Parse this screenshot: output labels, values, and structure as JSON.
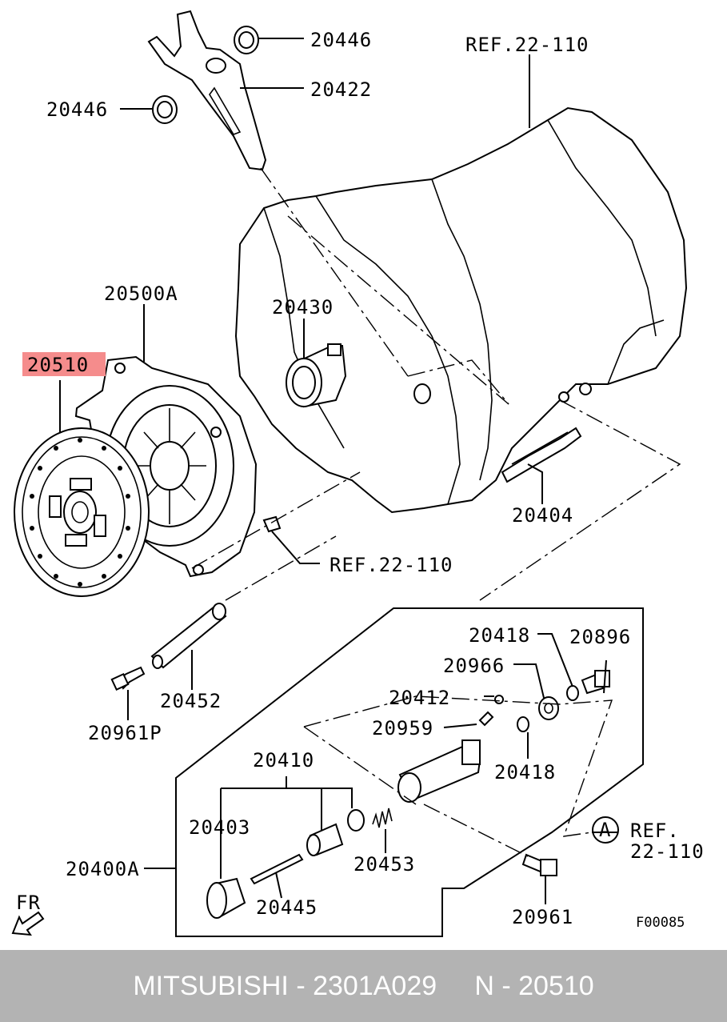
{
  "labels": {
    "p20446a": "20446",
    "p20446b": "20446",
    "p20422": "20422",
    "ref1": "REF.22-110",
    "p20500A": "20500A",
    "p20510": "20510",
    "p20430": "20430",
    "p20404": "20404",
    "ref2": "REF.22-110",
    "p20418a": "20418",
    "p20896": "20896",
    "p20966": "20966",
    "p20412": "20412",
    "p20959": "20959",
    "p20418b": "20418",
    "p20452": "20452",
    "p20961P": "20961P",
    "p20410": "20410",
    "p20403": "20403",
    "p20453": "20453",
    "p20400A": "20400A",
    "p20445": "20445",
    "p20961": "20961",
    "circleA": "A",
    "ref3a": "REF.",
    "ref3b": "22-110",
    "fr": "FR",
    "figcode": "F00085"
  },
  "highlight_color": "#f58c8c",
  "footer": {
    "text": "MITSUBISHI - 2301A029     N - 20510"
  }
}
